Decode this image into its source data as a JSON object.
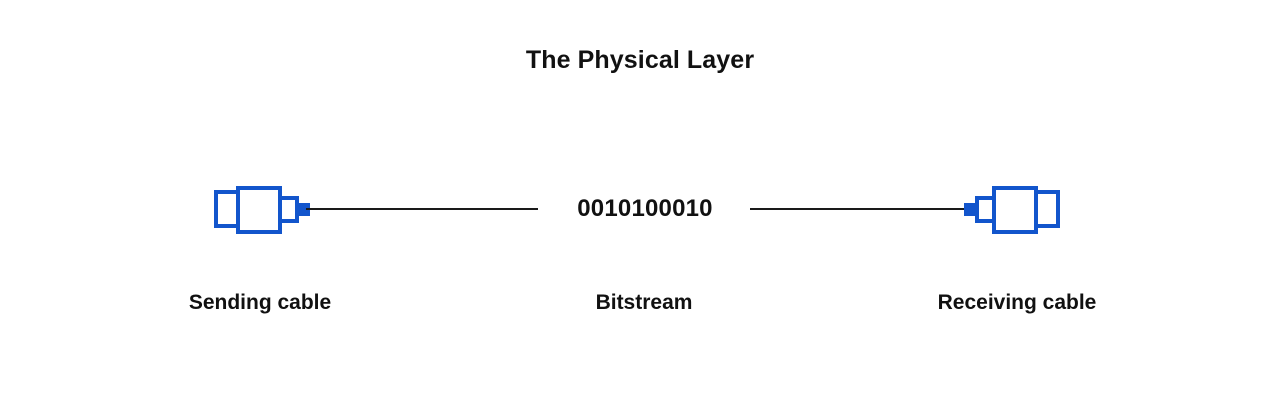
{
  "page": {
    "title": "The Physical Layer",
    "background_color": "#ffffff",
    "accent_color": "#1255CC",
    "text_color": "#111111",
    "wire_color": "#1a1a1a"
  },
  "diagram": {
    "type": "network-physical-layer",
    "nodes": [
      {
        "id": "sending-cable",
        "caption": "Sending cable",
        "icon": "cable-connector-icon",
        "orientation": "plug-right"
      },
      {
        "id": "bitstream",
        "caption": "Bitstream",
        "value": "0010100010",
        "bit_count": 10
      },
      {
        "id": "receiving-cable",
        "caption": "Receiving cable",
        "icon": "cable-connector-icon",
        "orientation": "plug-left"
      }
    ],
    "links": [
      {
        "id": "wire-left",
        "from": "sending-cable",
        "to": "bitstream"
      },
      {
        "id": "wire-right",
        "from": "bitstream",
        "to": "receiving-cable"
      }
    ]
  }
}
